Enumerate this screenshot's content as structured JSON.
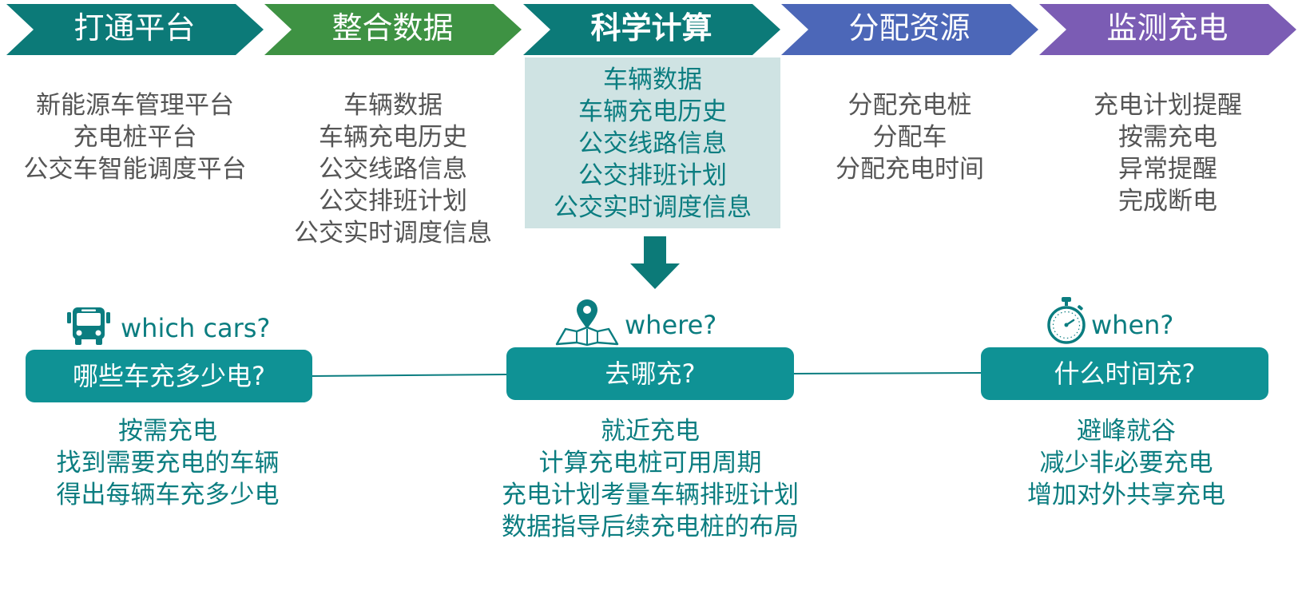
{
  "colors": {
    "stage1": "#0c7a78",
    "stage2": "#3e9243",
    "stage3": "#0c7a78",
    "stage4": "#4c67b8",
    "stage5": "#7b5cb4",
    "accent": "#0f9295",
    "highlight": "#cfe3e3",
    "body_text": "#555555",
    "teal_text": "#0b7d80"
  },
  "stages": [
    {
      "label": "打通平台",
      "items": [
        "新能源车管理平台",
        "充电桩平台",
        "公交车智能调度平台"
      ]
    },
    {
      "label": "整合数据",
      "items": [
        "车辆数据",
        "车辆充电历史",
        "公交线路信息",
        "公交排班计划",
        "公交实时调度信息"
      ]
    },
    {
      "label": "科学计算",
      "items": [
        "车辆数据",
        "车辆充电历史",
        "公交线路信息",
        "公交排班计划",
        "公交实时调度信息"
      ]
    },
    {
      "label": "分配资源",
      "items": [
        "分配充电桩",
        "分配车",
        "分配充电时间"
      ]
    },
    {
      "label": "监测充电",
      "items": [
        "充电计划提醒",
        "按需充电",
        "异常提醒",
        "完成断电"
      ]
    }
  ],
  "questions": [
    {
      "icon": "bus-icon",
      "question": "which cars?",
      "pill": "哪些车充多少电?",
      "answers": [
        "按需充电",
        "找到需要充电的车辆",
        "得出每辆车充多少电"
      ]
    },
    {
      "icon": "map-pin-icon",
      "question": "where?",
      "pill": "去哪充?",
      "answers": [
        "就近充电",
        "计算充电桩可用周期",
        "充电计划考量车辆排班计划",
        "数据指导后续充电桩的布局"
      ]
    },
    {
      "icon": "stopwatch-icon",
      "question": "when?",
      "pill": "什么时间充?",
      "answers": [
        "避峰就谷",
        "减少非必要充电",
        "增加对外共享充电"
      ]
    }
  ]
}
